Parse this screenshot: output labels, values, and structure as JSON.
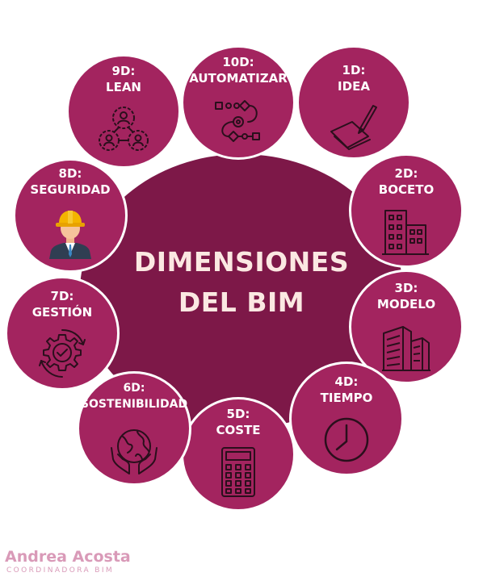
{
  "title": {
    "line1": "DIMENSIONES",
    "line2": "DEL BIM"
  },
  "node_color": "#a3245f",
  "center_color": "#7d1848",
  "nodes": [
    {
      "id": "10d",
      "code": "10D:",
      "name": "AUTOMATIZAR",
      "icon": "workflow-icon"
    },
    {
      "id": "1d",
      "code": "1D:",
      "name": "IDEA",
      "icon": "pen-paper-icon"
    },
    {
      "id": "2d",
      "code": "2D:",
      "name": "BOCETO",
      "icon": "building-icon"
    },
    {
      "id": "3d",
      "code": "3D:",
      "name": "MODELO",
      "icon": "buildings-3d-icon"
    },
    {
      "id": "4d",
      "code": "4D:",
      "name": "TIEMPO",
      "icon": "clock-icon"
    },
    {
      "id": "5d",
      "code": "5D:",
      "name": "COSTE",
      "icon": "calculator-icon"
    },
    {
      "id": "6d",
      "code": "6D:",
      "name": "SOSTENIBILIDAD",
      "icon": "globe-hands-icon"
    },
    {
      "id": "7d",
      "code": "7D:",
      "name": "GESTIÓN",
      "icon": "gear-check-icon"
    },
    {
      "id": "8d",
      "code": "8D:",
      "name": "SEGURIDAD",
      "icon": "worker-helmet-icon"
    },
    {
      "id": "9d",
      "code": "9D:",
      "name": "LEAN",
      "icon": "team-gears-icon"
    }
  ],
  "footer": {
    "name": "Andrea Acosta",
    "role": "COORDINADORA BIM"
  }
}
